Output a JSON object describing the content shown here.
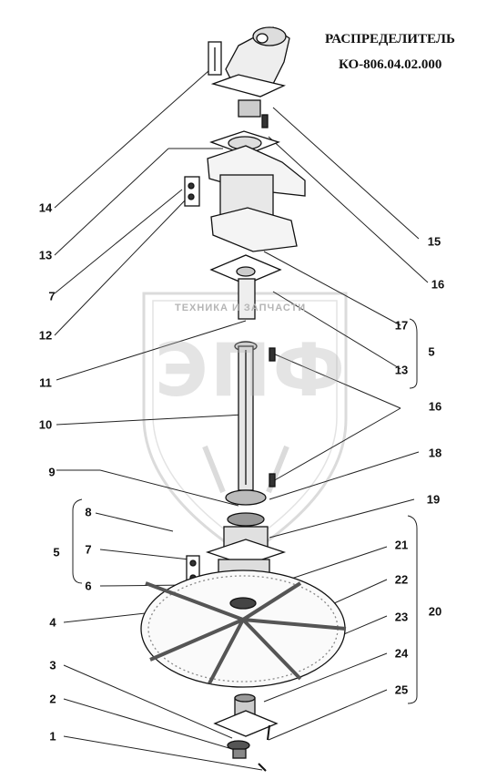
{
  "title": {
    "line1": "РАСПРЕДЕЛИТЕЛЬ",
    "line2": "КО-806.04.02.000"
  },
  "watermark": {
    "top_text": "ТЕХНИКА И ЗАПЧАСТИ",
    "logo_text": "ЭПФ"
  },
  "callouts": [
    {
      "id": "14",
      "label": "14"
    },
    {
      "id": "13a",
      "label": "13"
    },
    {
      "id": "7a",
      "label": "7"
    },
    {
      "id": "12",
      "label": "12"
    },
    {
      "id": "11",
      "label": "11"
    },
    {
      "id": "10",
      "label": "10"
    },
    {
      "id": "9",
      "label": "9"
    },
    {
      "id": "8",
      "label": "8"
    },
    {
      "id": "5a",
      "label": "5"
    },
    {
      "id": "7b",
      "label": "7"
    },
    {
      "id": "6",
      "label": "6"
    },
    {
      "id": "4",
      "label": "4"
    },
    {
      "id": "3",
      "label": "3"
    },
    {
      "id": "2",
      "label": "2"
    },
    {
      "id": "1",
      "label": "1"
    },
    {
      "id": "15",
      "label": "15"
    },
    {
      "id": "16a",
      "label": "16"
    },
    {
      "id": "17",
      "label": "17"
    },
    {
      "id": "13b",
      "label": "13"
    },
    {
      "id": "5b",
      "label": "5"
    },
    {
      "id": "16b",
      "label": "16"
    },
    {
      "id": "18",
      "label": "18"
    },
    {
      "id": "19",
      "label": "19"
    },
    {
      "id": "21",
      "label": "21"
    },
    {
      "id": "22",
      "label": "22"
    },
    {
      "id": "20",
      "label": "20"
    },
    {
      "id": "23",
      "label": "23"
    },
    {
      "id": "24",
      "label": "24"
    },
    {
      "id": "25",
      "label": "25"
    }
  ]
}
